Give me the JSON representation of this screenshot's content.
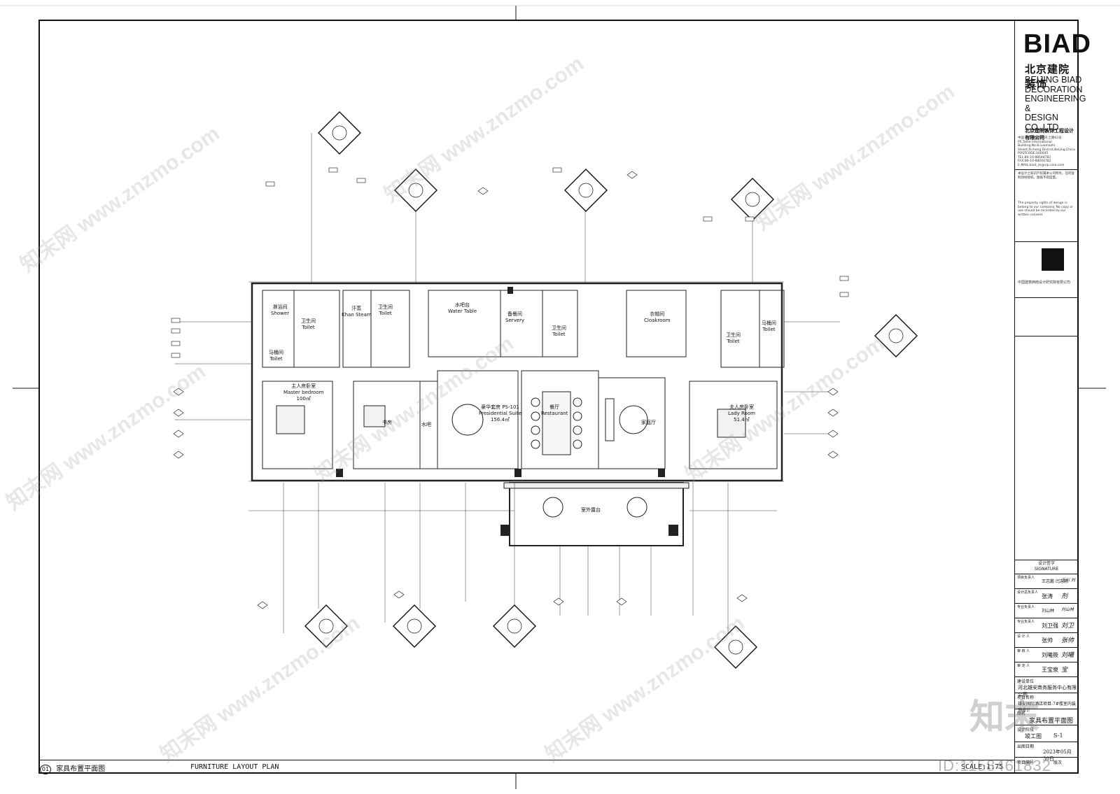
{
  "title_block": {
    "logo": "BIAD",
    "company_cn": "北京建院装饰",
    "company_en": [
      "BEIJING BIAD",
      "DECORATION",
      "ENGINEERING &",
      "DESIGN CO.,LTD"
    ],
    "company_full": "北京建院装饰工程设计有限公司",
    "address": "中国 北京 西城区南礼士路62号\nP5,Taihe International Building,No.8,Luomazhi\nStreet,Xicheng District,Beijing,China\nPOSTCODE:100045\nTEL:86-10-88044782\nFAX:86-10-88044782\nE-MAIL:biad_zs@vip.sina.com",
    "notes_cn": "本设计之知识产权属本公司所有，任何复制须经授权。图纸不得度量。",
    "notes_en": "The property rights of design is belong to our company. No copy or use should be recorded by our written consent.",
    "partner_cn": "中国建筑西南设计研究院有限公司",
    "signature_title": "设计签字",
    "signature_title_en": "SIGNATURE",
    "staff": [
      {
        "role": "项目负责人",
        "name": "王志鹏 闫志刚",
        "sign": "王川 刘"
      },
      {
        "role": "设计总负责人",
        "name": "张涛",
        "sign": "剂"
      },
      {
        "role": "专业负责人",
        "name": "刘山林",
        "sign": "刘山林"
      },
      {
        "role": "专业负责人",
        "name": "刘卫强",
        "sign": "刘卫"
      },
      {
        "role": "设 计 人",
        "name": "张帅",
        "sign": "张帅"
      },
      {
        "role": "审 核 人",
        "name": "刘曦筱",
        "sign": "刘曦"
      },
      {
        "role": "审 定 人",
        "name": "王宝泉",
        "sign": "宝"
      }
    ],
    "client_label": "建设单位",
    "client": "河北雄安商务服务中心有限公司",
    "project_label": "项目名称",
    "project": "雄安国际酒店项目-7#楼室内装饰设计",
    "drawing_label": "图名",
    "drawing_name": "家具布置平面图",
    "stage_label": "设计阶段",
    "stage": "竣工图",
    "sheet_no": "S-1",
    "date_label": "出图日期",
    "date": "2023年05月30日",
    "project_no_label": "项目编号",
    "edition_label": "版次"
  },
  "caption": {
    "number": "01",
    "title_cn": "家具布置平面图",
    "title_en": "FURNITURE LAYOUT PLAN",
    "scale": "SCALE:1:75"
  },
  "rooms": [
    {
      "cn": "淋浴间",
      "en": "Shower"
    },
    {
      "cn": "卫生间",
      "en": "Toilet"
    },
    {
      "cn": "马桶间",
      "en": "Toilet"
    },
    {
      "cn": "汗蒸",
      "en": "Khan Steam"
    },
    {
      "cn": "卫生间",
      "en": "Toilet"
    },
    {
      "cn": "水吧台",
      "en": "Water Table"
    },
    {
      "cn": "备餐间",
      "en": "Servery"
    },
    {
      "cn": "卫生间",
      "en": "Toilet"
    },
    {
      "cn": "衣帽间",
      "en": "Cloakroom"
    },
    {
      "cn": "马桶间",
      "en": "Toilet"
    },
    {
      "cn": "卫生间",
      "en": "Toilet"
    },
    {
      "cn": "主人房卧室",
      "en": "Master bedroom"
    },
    {
      "cn": "书房",
      "en": ""
    },
    {
      "cn": "水吧",
      "en": ""
    },
    {
      "cn": "豪华套房 PS-101",
      "en": "Presidential Suite"
    },
    {
      "cn": "餐厅",
      "en": "Restaurant"
    },
    {
      "cn": "家庭厅",
      "en": ""
    },
    {
      "cn": "夫人房卧室",
      "en": "Lady Room"
    },
    {
      "cn": "室外露台",
      "en": ""
    }
  ],
  "areas": {
    "master": "100㎡",
    "suite": "156.4㎡",
    "lady": "51.4㎡"
  },
  "watermarks": [
    "知末网 www.znzmo.com"
  ],
  "id": "ID:1158461832",
  "zhi": "知末"
}
